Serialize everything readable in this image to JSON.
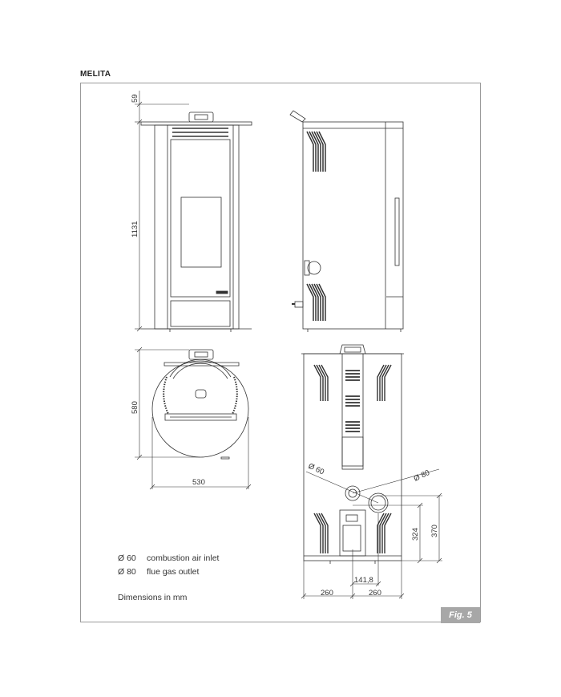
{
  "title": "MELITA",
  "dimensions": {
    "top_clearance": "59",
    "height": "1131",
    "depth": "580",
    "width": "530",
    "diameter_inlet": "Ø 60",
    "diameter_outlet": "Ø 80",
    "height_324": "324",
    "height_370": "370",
    "offset": "141,8",
    "half_width_left": "260",
    "half_width_right": "260"
  },
  "legend": [
    {
      "symbol": "Ø 60",
      "label": "combustion air inlet"
    },
    {
      "symbol": "Ø 80",
      "label": "flue gas outlet"
    }
  ],
  "units_note": "Dimensions in mm",
  "figure_label": "Fig. 5"
}
